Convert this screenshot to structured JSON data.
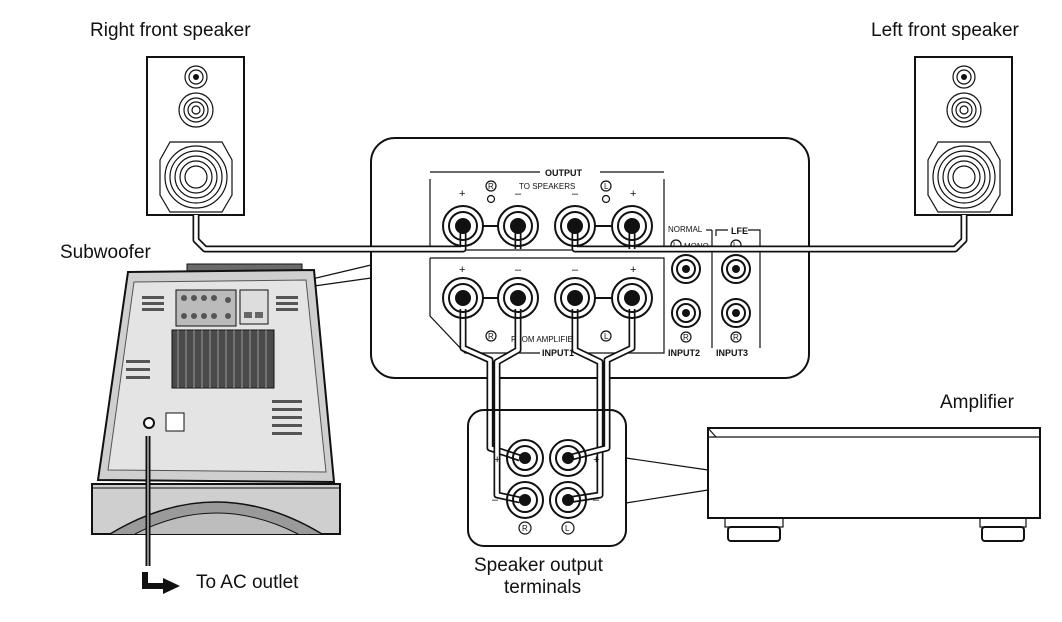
{
  "labels": {
    "right_front_speaker": "Right front speaker",
    "left_front_speaker": "Left front speaker",
    "subwoofer": "Subwoofer",
    "amplifier": "Amplifier",
    "to_ac_outlet": "To AC outlet",
    "speaker_output_terminals_line1": "Speaker output",
    "speaker_output_terminals_line2": "terminals"
  },
  "panel": {
    "output": "OUTPUT",
    "to_speakers": "TO SPEAKERS",
    "from_amplifier": "FROM AMPLIFIER",
    "input1": "INPUT1",
    "input2": "INPUT2",
    "input3": "INPUT3",
    "normal": "NORMAL",
    "lfe": "LFE",
    "mono": "MONO",
    "plus": "+",
    "minus": "–",
    "r": "R",
    "l": "L"
  },
  "colors": {
    "line": "#111111",
    "speaker_fill": "#ffffff",
    "subwoofer_fill": "#d9d9d9",
    "subwoofer_dark": "#4a4a4a"
  },
  "icons": {
    "arrow": "right-bent-arrow-icon"
  }
}
